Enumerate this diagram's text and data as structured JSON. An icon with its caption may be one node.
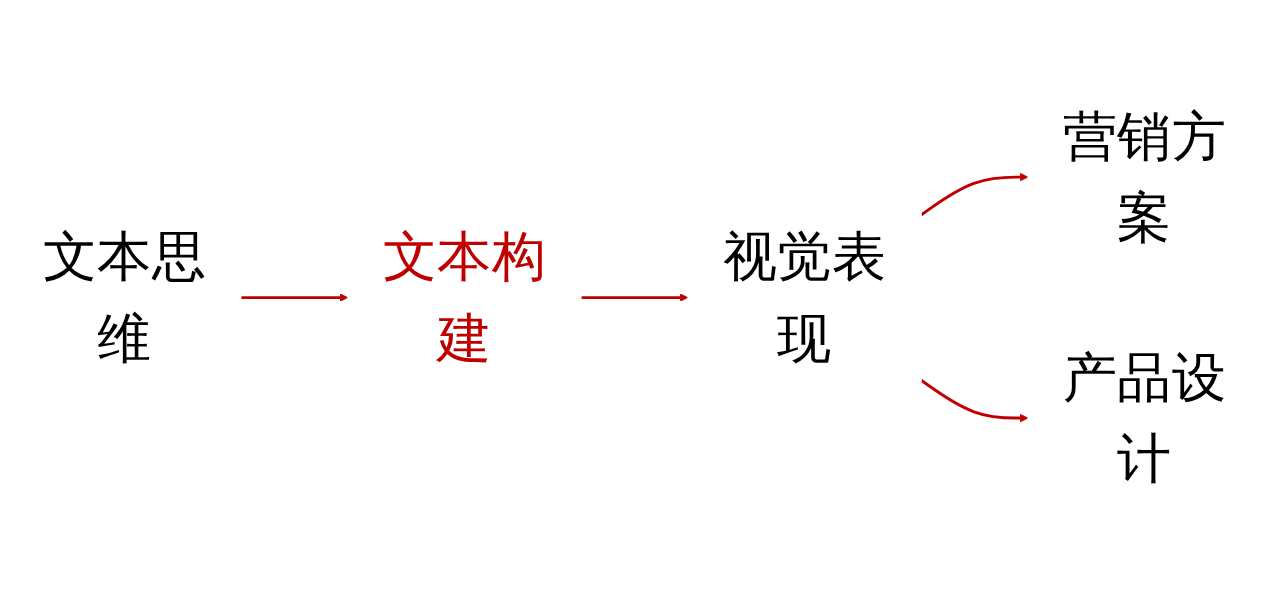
{
  "diagram": {
    "nodes": [
      {
        "text": [
          "文本思维"
        ]
      },
      {
        "text": [
          "文本构建"
        ]
      },
      {
        "text": [
          "视觉表现"
        ]
      },
      {
        "text": [
          "营销方案"
        ]
      },
      {
        "text": [
          "产品设计"
        ]
      }
    ],
    "edges": [
      {
        "from": 0,
        "to": 1,
        "arrow": "to",
        "color": "#c00000"
      },
      {
        "from": 1,
        "to": 2,
        "arrow": "to",
        "color": "#c00000"
      },
      {
        "from": 2,
        "to": 3,
        "arrow": "to",
        "color": "#c00000"
      },
      {
        "from": 2,
        "to": 4,
        "arrow": "to",
        "color": "#c00000"
      }
    ]
  }
}
